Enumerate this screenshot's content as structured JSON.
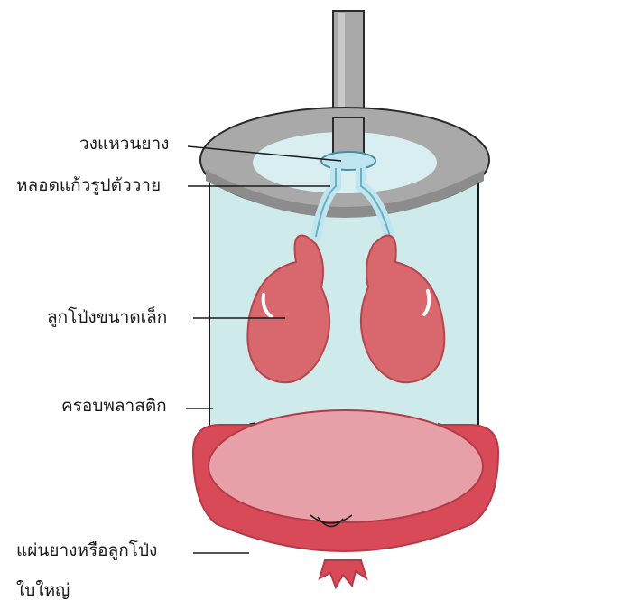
{
  "labels": {
    "rubber_ring": "วงแหวนยาง",
    "y_tube": "หลอดแก้วรูปตัววาย",
    "small_balloons": "ลูกโป่งขนาดเล็ก",
    "plastic_bell": "ครอบพลาสติก",
    "rubber_sheet_line1": "แผ่นยางหรือลูกโป่ง",
    "rubber_sheet_line2": "ใบใหญ่"
  },
  "colors": {
    "glass_jar": "#cfeaea",
    "jar_outline": "#1a1a1a",
    "lid": "#a9a9a9",
    "lid_inner": "#d9eef0",
    "tube": "#a8a8a8",
    "y_tube": "#bfe6f0",
    "balloon": "#d9686e",
    "balloon_dark": "#b4464c",
    "rubber_sheet": "#d84a58",
    "rubber_sheet_top": "#e8a0a8"
  }
}
